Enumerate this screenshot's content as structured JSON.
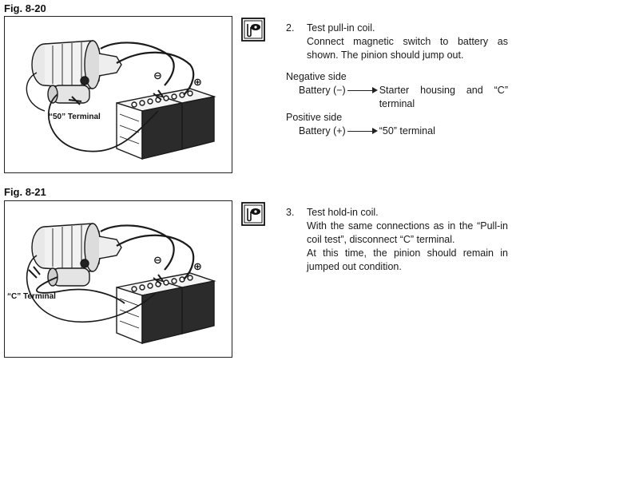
{
  "figures": [
    {
      "label": "Fig. 8-20",
      "terminal_label": "“50” Terminal",
      "battery_minus": "⊖",
      "battery_plus": "⊕"
    },
    {
      "label": "Fig. 8-21",
      "terminal_label": "“C” Terminal",
      "battery_minus": "⊖",
      "battery_plus": "⊕"
    }
  ],
  "icons": {
    "inspection": "inspection-eye-icon"
  },
  "steps": [
    {
      "number": "2.",
      "title": "Test pull-in coil.",
      "text": "Connect magnetic switch to battery as shown. The pinion should jump out.",
      "spec": {
        "negative_title": "Negative side",
        "negative_lhs": "Battery (−)",
        "negative_rhs": "Starter housing and “C” terminal",
        "positive_title": "Positive side",
        "positive_lhs": "Battery (+)",
        "positive_rhs": "“50” terminal"
      }
    },
    {
      "number": "3.",
      "title": "Test hold-in coil.",
      "text": "With the same connections as in the “Pull-in coil test”, disconnect “C” terminal.",
      "text2": "At this time, the pinion should remain in jumped out condition."
    }
  ]
}
